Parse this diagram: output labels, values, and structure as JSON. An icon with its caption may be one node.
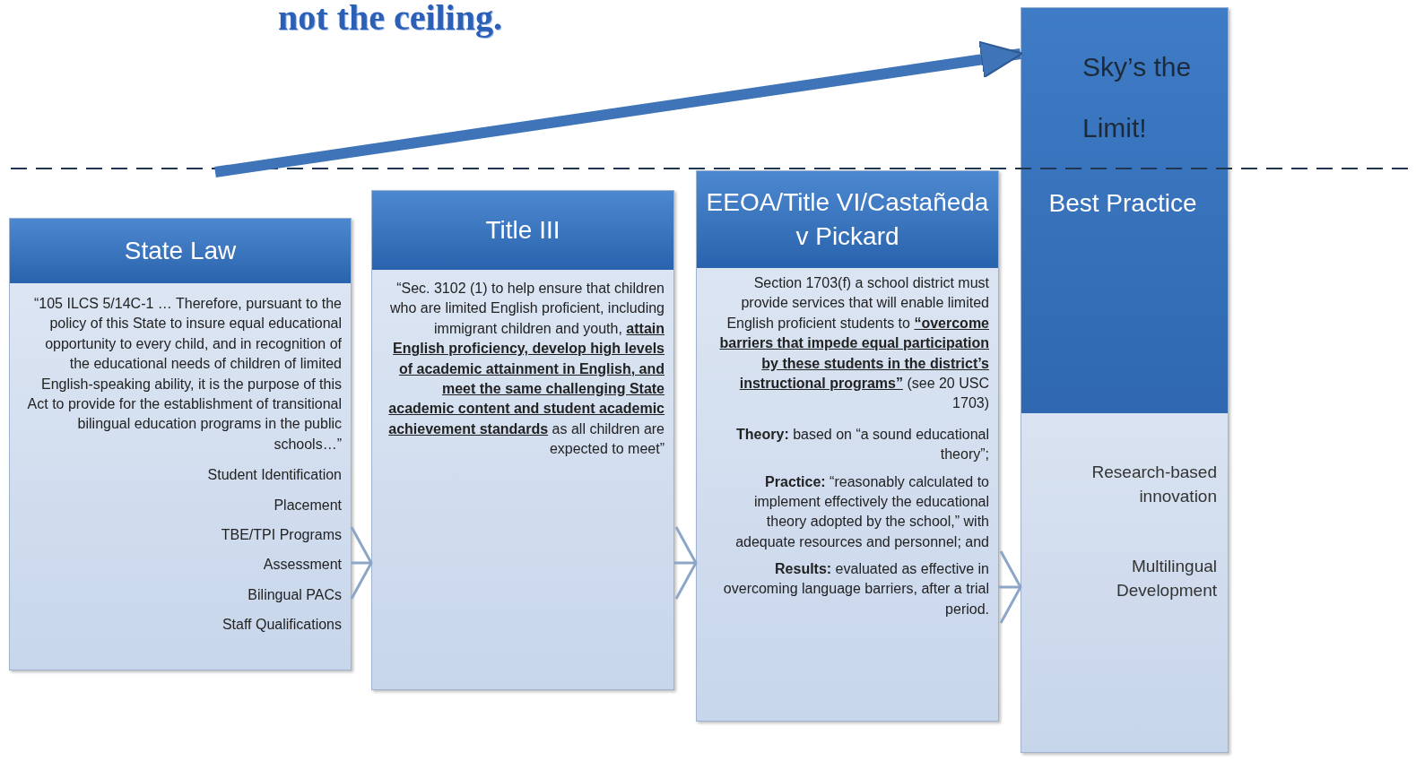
{
  "diagram": {
    "title": "not the ceiling.",
    "nodes": [
      {
        "text": [
          "State Law",
          "“105 ILCS 5/14C-1 … Therefore, pursuant to the policy of this State to insure equal educational opportunity to every child, and in recognition of the educational needs of children of limited English-speaking ability, it is the purpose of this Act to provide for the establishment of transitional bilingual education programs in the public schools…”",
          "Student Identification",
          "Placement",
          "TBE/TPI Programs",
          "Assessment",
          "Bilingual PACs",
          "Staff Qualifications"
        ]
      },
      {
        "text": [
          "Title III",
          "“Sec. 3102 (1) to help ensure that children who are limited English proficient, including immigrant children and youth, **attain English proficiency, develop high levels of academic attainment in English, and meet the same challenging State academic content and student academic achievement standards** as all children are expected to meet”"
        ]
      },
      {
        "text": [
          "EEOA/Title VI/Castañeda v Pickard",
          "Section 1703(f) a school district must provide services that will enable limited English proficient students to **“overcome barriers that impede equal participation by these students in the district’s instructional programs”** (see 20 USC 1703)",
          "**Theory:** based on “a sound educational theory”;",
          "**Practice:** “reasonably calculated to implement effectively the educational theory adopted by the school,” with adequate resources and personnel; and",
          "**Results:** evaluated as effective in overcoming language barriers, after a trial period."
        ]
      },
      {
        "text": [
          "Sky’s the Limit!",
          "Best Practice",
          "Research-based innovation",
          "Multilingual Development"
        ]
      }
    ],
    "edges": [
      {
        "from": 0,
        "to": 1,
        "arrow": "to"
      },
      {
        "from": 1,
        "to": 2,
        "arrow": "to"
      },
      {
        "from": 2,
        "to": 3,
        "arrow": "to"
      },
      {
        "from": null,
        "to": 3,
        "arrow": "to",
        "style": "thick"
      }
    ]
  }
}
